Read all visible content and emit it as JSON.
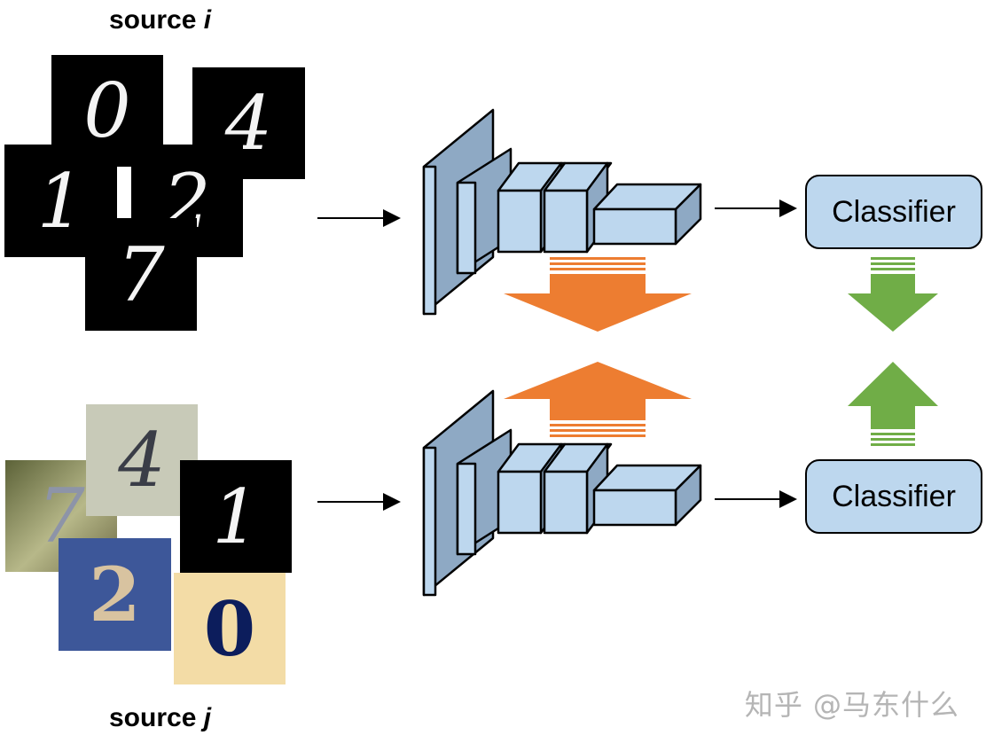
{
  "source_i": {
    "prefix": "source",
    "letter": "i"
  },
  "source_j": {
    "prefix": "source",
    "letter": "j"
  },
  "mnist_digits": [
    "0",
    "4",
    "1",
    "2",
    "7"
  ],
  "svhn_digits": [
    "4",
    "7",
    "1",
    "2",
    "0"
  ],
  "classifier_top": "Classifier",
  "classifier_bottom": "Classifier",
  "watermark": "知乎 @马东什么",
  "colors": {
    "network_fill": "#bdd7ee",
    "network_side": "#8ea9c4",
    "classifier_fill": "#bdd7ee",
    "orange_arrow": "#ed7d31",
    "green_arrow": "#70ad47"
  }
}
